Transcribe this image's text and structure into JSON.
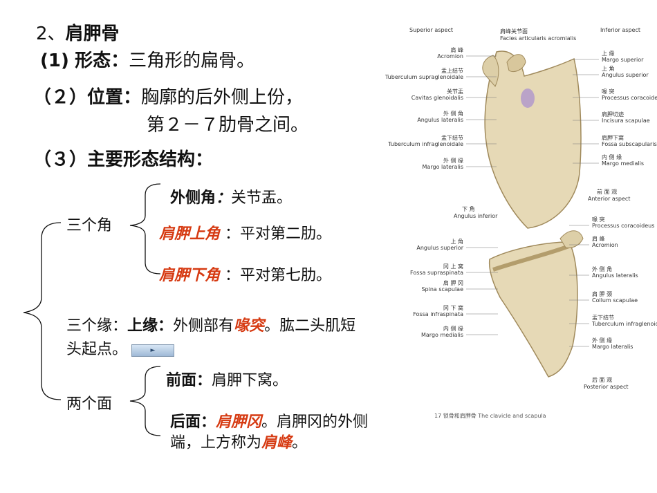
{
  "heading": {
    "number": "2、",
    "title": "肩胛骨"
  },
  "morph": {
    "prefix": "(1)",
    "label": "形态：",
    "text": "三角形的扁骨。"
  },
  "position": {
    "prefix": "（２）",
    "label": "位置：",
    "text1": "胸廓的后外侧上份，",
    "text2": "第２－７肋骨之间。"
  },
  "structure": {
    "prefix": "（３）",
    "label": "主要形态结构："
  },
  "angles": {
    "group": "三个角",
    "lateral_label": "外侧角",
    "lateral_colon": "：",
    "lateral_text": "关节盂。",
    "superior_label": "肩胛上角",
    "superior_text": "：平对第二肋。",
    "inferior_label": "肩胛下角",
    "inferior_text": "：平对第七肋。"
  },
  "borders": {
    "group": "三个缘：",
    "upper_label": "上缘：",
    "text_a": "外侧部有",
    "coracoid": "喙突",
    "text_b": "。肱二头肌短",
    "text_c": "头起点。",
    "button_icon": "play-icon",
    "button_glyph": "►"
  },
  "surfaces": {
    "group": "两个面",
    "front_label": "前面：",
    "front_text": "肩胛下窝。",
    "back_label": "后面：",
    "spine": "肩胛冈",
    "back_text": "。肩胛冈的外侧",
    "back_text2": "端，上方称为",
    "acromion": "肩峰",
    "back_end": "。"
  },
  "figure": {
    "top_labels": [
      "Superior aspect",
      "肩峰关节面",
      "Facies articularis acromialis",
      "Inferior aspect"
    ],
    "anterior_left": [
      [
        "肩 峰",
        "Acromion"
      ],
      [
        "盂上结节",
        "Tuberculum supraglenoidale"
      ],
      [
        "关节盂",
        "Cavitas glenoidalis"
      ],
      [
        "外 侧 角",
        "Angulus lateralis"
      ],
      [
        "盂下结节",
        "Tuberculum infraglenoidale"
      ],
      [
        "外 侧 缘",
        "Margo lateralis"
      ]
    ],
    "anterior_right": [
      [
        "上 缘",
        "Margo superior"
      ],
      [
        "上 角",
        "Angulus superior"
      ],
      [
        "喙 突",
        "Processus coracoideus"
      ],
      [
        "肩胛切迹",
        "Incisura scapulae"
      ],
      [
        "肩胛下窝",
        "Fossa subscapularis"
      ],
      [
        "内 侧 缘",
        "Margo medialis"
      ]
    ],
    "anterior_caption": [
      "前 面 观",
      "Anterior aspect"
    ],
    "inferior_angle": [
      "下 角",
      "Angulus inferior"
    ],
    "posterior_left": [
      [
        "上 角",
        "Angulus superior"
      ],
      [
        "冈 上 窝",
        "Fossa supraspinata"
      ],
      [
        "肩 胛 冈",
        "Spina scapulae"
      ],
      [
        "冈 下 窝",
        "Fossa infraspinata"
      ],
      [
        "内 侧 缘",
        "Margo medialis"
      ]
    ],
    "posterior_right": [
      [
        "喙 突",
        "Processus coracoideus"
      ],
      [
        "肩 峰",
        "Acromion"
      ],
      [
        "外 侧 角",
        "Angulus lateralis"
      ],
      [
        "肩 胛 颈",
        "Collum scapulae"
      ],
      [
        "盂下结节",
        "Tuberculum infraglenoidale"
      ],
      [
        "外 侧 缘",
        "Margo lateralis"
      ]
    ],
    "posterior_caption": [
      "后 面 观",
      "Posterior aspect"
    ],
    "bottom_caption": "17 锁骨和肩胛骨 The clavicle and scapula"
  }
}
